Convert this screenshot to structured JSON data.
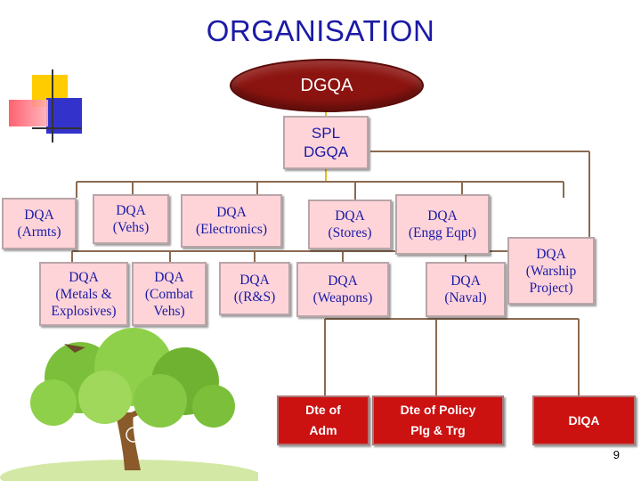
{
  "title": "ORGANISATION",
  "top_node": "DGQA",
  "spl_node": "SPL\nDGQA",
  "row1": [
    "DQA\n(Armts)",
    "DQA\n(Vehs)",
    "DQA\n(Electronics)",
    "DQA\n(Stores)",
    "DQA\n(Engg Eqpt)"
  ],
  "row2": [
    "DQA\n(Metals &\nExplosives)",
    "DQA\n(Combat\nVehs)",
    "DQA\n((R&S)",
    "DQA\n(Weapons)",
    "DQA\n(Naval)"
  ],
  "warship": "DQA\n(Warship\nProject)",
  "bottom": {
    "dte_adm": [
      "Dte of",
      "Adm"
    ],
    "dte_policy": [
      "Dte of Policy",
      "Plg & Trg"
    ],
    "diqa": "DIQA"
  },
  "page_number": "9",
  "colors": {
    "title": "#1a1aa6",
    "box_fill": "#ffd4d9",
    "ellipse": "#8c1410",
    "red_box": "#cc1111",
    "connector": "#8a6a50",
    "connector_top": "#e0c020"
  }
}
